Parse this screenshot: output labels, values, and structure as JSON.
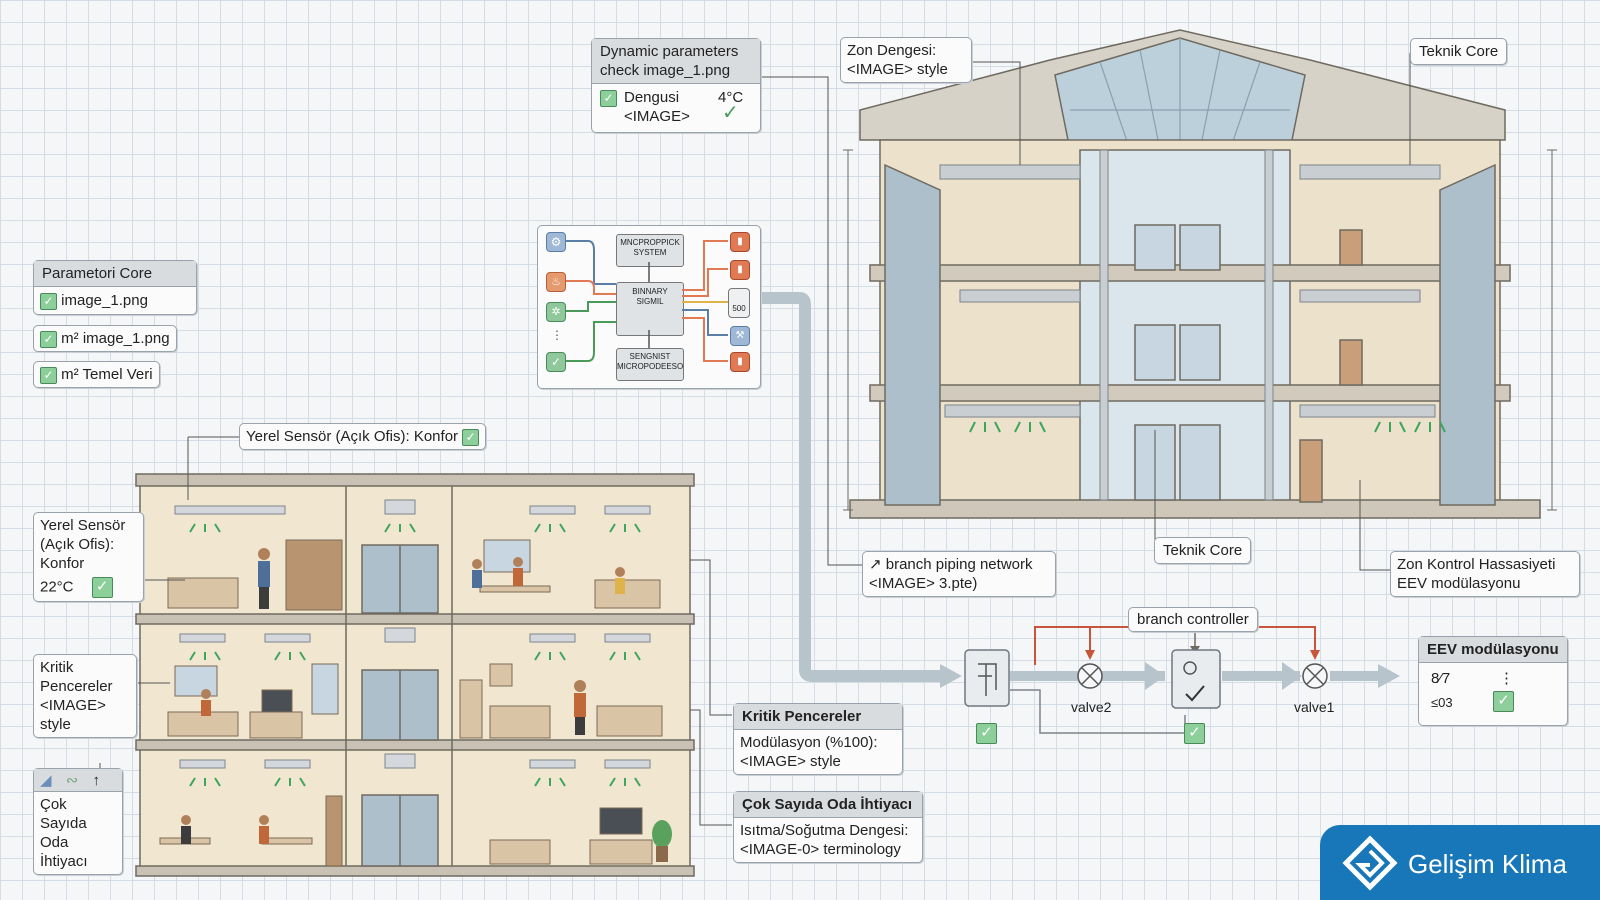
{
  "colors": {
    "accent": "#1877b8",
    "check_green": "#8ccf9a",
    "wall": "#f1e6d0",
    "glass": "#b7c8d4",
    "pipe": "#b8c4cc",
    "red_line": "#c7553a"
  },
  "dynamic": {
    "title_line1": "Dynamic parameters",
    "title_line2": "check image_1.png",
    "row_l1": "Dengusi",
    "row_l2": "<IMAGE>",
    "temp": "4°C"
  },
  "zon": {
    "line1": "Zon Dengesi:",
    "line2": "<IMAGE> style"
  },
  "teknik_top": "Teknik Core",
  "param": {
    "title": "Parametori Core",
    "item1": "image_1.png",
    "item2": "m² image_1.png",
    "item3": "m² Temel Veri"
  },
  "system": {
    "top": "MNCPROPPICK\nSYSTEM",
    "mid": "BINNARY\nSIGMIL",
    "bot": "SENGNIST\nMICROPODEESO",
    "small": "500"
  },
  "yerel_top": "Yerel Sensör (Açık Ofis): Konfor",
  "yerel_left": {
    "line1": "Yerel Sensör",
    "line2": "(Açık Ofis):",
    "line3": "Konfor",
    "temp": "22°C"
  },
  "kritik_left": {
    "line1": "Kritik",
    "line2": "Pencereler",
    "line3": "<IMAGE>",
    "line4": "style"
  },
  "cok_left": {
    "line1": "Çok",
    "line2": "Sayıda Oda",
    "line3": "İhtiyacı"
  },
  "branch_network": {
    "line1": "↗ branch piping network",
    "line2": "<IMAGE> 3.pte)"
  },
  "teknik_mid": "Teknik Core",
  "zon_kontrol": {
    "line1": "Zon Kontrol Hassasiyeti",
    "line2": "EEV modülasyonu"
  },
  "branch_controller": "branch controller",
  "valve2": "valve2",
  "valve1": "valve1",
  "eev": {
    "title": "EEV modülasyonu",
    "v1": "8⁄7",
    "v2": "⋮",
    "v3": "≤03"
  },
  "kritik_box": {
    "title": "Kritik Pencereler",
    "line1": "Modülasyon (%100):",
    "line2": "<IMAGE> style"
  },
  "cok_box": {
    "title": "Çok Sayıda Oda İhtiyacı",
    "line1": "Isıtma/Soğutma Dengesi:",
    "line2": "<IMAGE-0> terminology"
  },
  "logo": "Gelişim Klima"
}
